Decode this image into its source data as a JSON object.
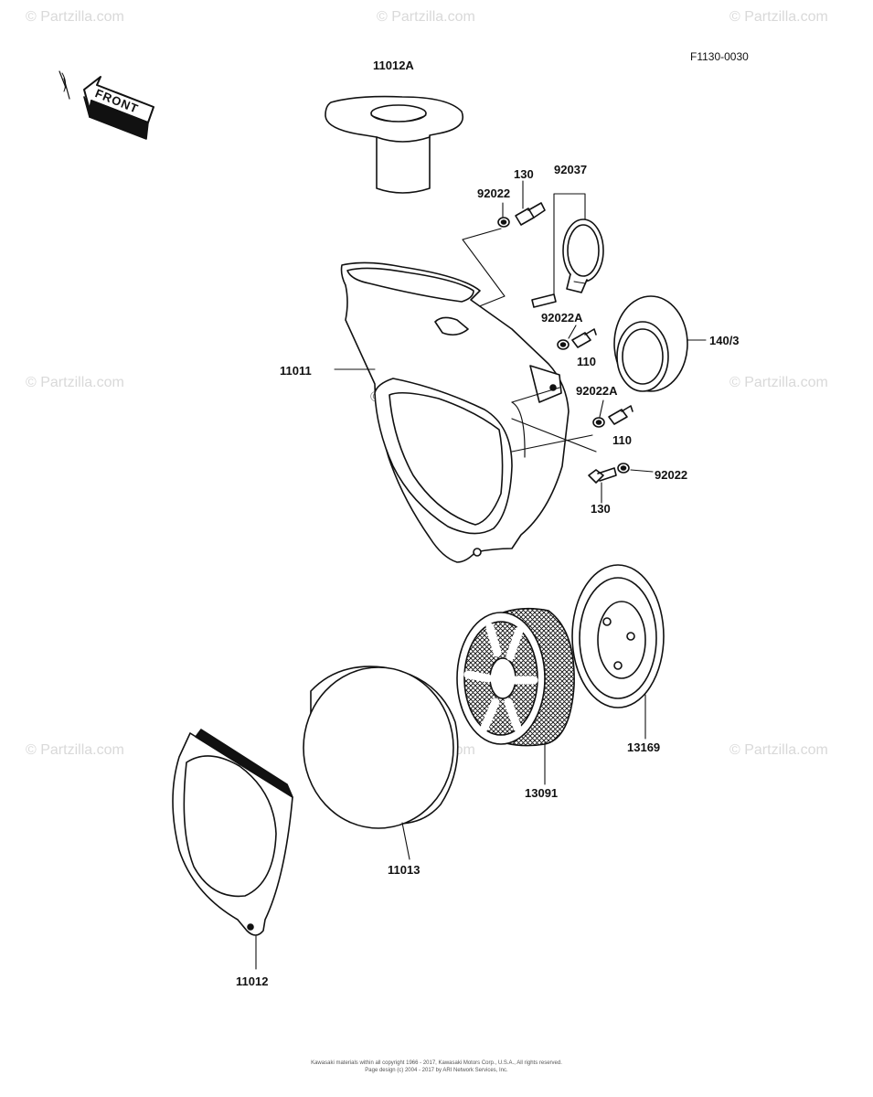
{
  "diagram_code": "F1130-0030",
  "watermark": "© Partzilla.com",
  "front_arrow_label": "FRONT",
  "parts": {
    "p11012A": "11012A",
    "p130_top": "130",
    "p92037": "92037",
    "p92022_top": "92022",
    "p92022A_top": "92022A",
    "p110_top": "110",
    "p14073": "140/3",
    "p11011": "11011",
    "p92022A_mid": "92022A",
    "p110_mid": "110",
    "p92022_bottom": "92022",
    "p130_bottom": "130",
    "p13169": "13169",
    "p13091": "13091",
    "p11013": "11013",
    "p11012": "11012"
  },
  "footer": {
    "line1": "Kawasaki materials within all copyright 1966 - 2017, Kawasaki Motors Corp., U.S.A., All rights reserved.",
    "line2": "Page design (c) 2004 - 2017 by ARI Network Services, Inc."
  }
}
